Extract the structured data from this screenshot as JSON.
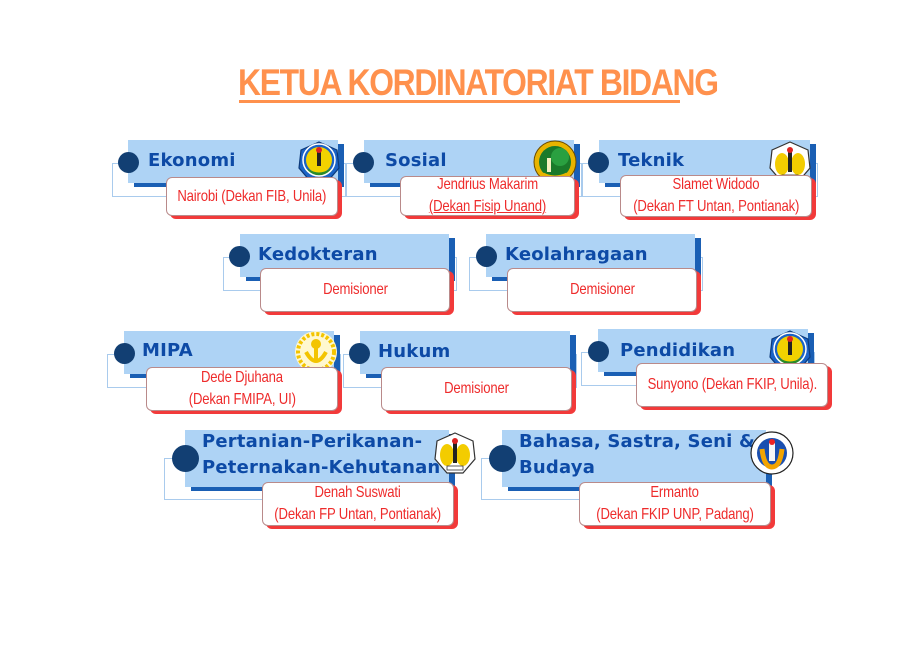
{
  "page": {
    "title": "KETUA KORDINATORIAT BIDANG"
  },
  "colors": {
    "title": "#ff914d",
    "panel": "#aed3f5",
    "panel_shadow": "#1a5fb4",
    "dot": "#123f73",
    "category_text": "#0d4aa6",
    "name_text": "#ee2b2b",
    "name_shadow": "#f23a3a"
  },
  "cards": [
    {
      "category": "Ekonomi",
      "lines": [
        "Nairobi (Dekan FIB, Unila)"
      ],
      "logo": "unila-logo-icon"
    },
    {
      "category": "Sosial",
      "lines": [
        "Jendrius Makarim",
        "(Dekan Fisip Unand)"
      ],
      "logo": "unand-logo-icon"
    },
    {
      "category": "Teknik",
      "lines": [
        "Slamet Widodo",
        "(Dekan FT Untan, Pontianak)"
      ],
      "logo": "untan-logo-icon"
    },
    {
      "category": "Kedokteran",
      "lines": [
        "Demisioner"
      ],
      "logo": ""
    },
    {
      "category": "Keolahragaan",
      "lines": [
        "Demisioner"
      ],
      "logo": ""
    },
    {
      "category": "MIPA",
      "lines": [
        "Dede Djuhana",
        "(Dekan FMIPA, UI)"
      ],
      "logo": "ui-logo-icon"
    },
    {
      "category": "Hukum",
      "lines": [
        "Demisioner"
      ],
      "logo": ""
    },
    {
      "category": "Pendidikan",
      "lines": [
        "Sunyono (Dekan FKIP, Unila)."
      ],
      "logo": "unila-logo-icon"
    },
    {
      "category_lines": [
        "Pertanian-Perikanan-",
        "Peternakan-Kehutanan"
      ],
      "lines": [
        "Denah Suswati",
        "(Dekan FP Untan, Pontianak)"
      ],
      "logo": "untan-logo-icon"
    },
    {
      "category_lines": [
        "Bahasa, Sastra, Seni &",
        "Budaya"
      ],
      "lines": [
        "Ermanto",
        "(Dekan FKIP UNP, Padang)"
      ],
      "logo": "unp-logo-icon"
    }
  ]
}
